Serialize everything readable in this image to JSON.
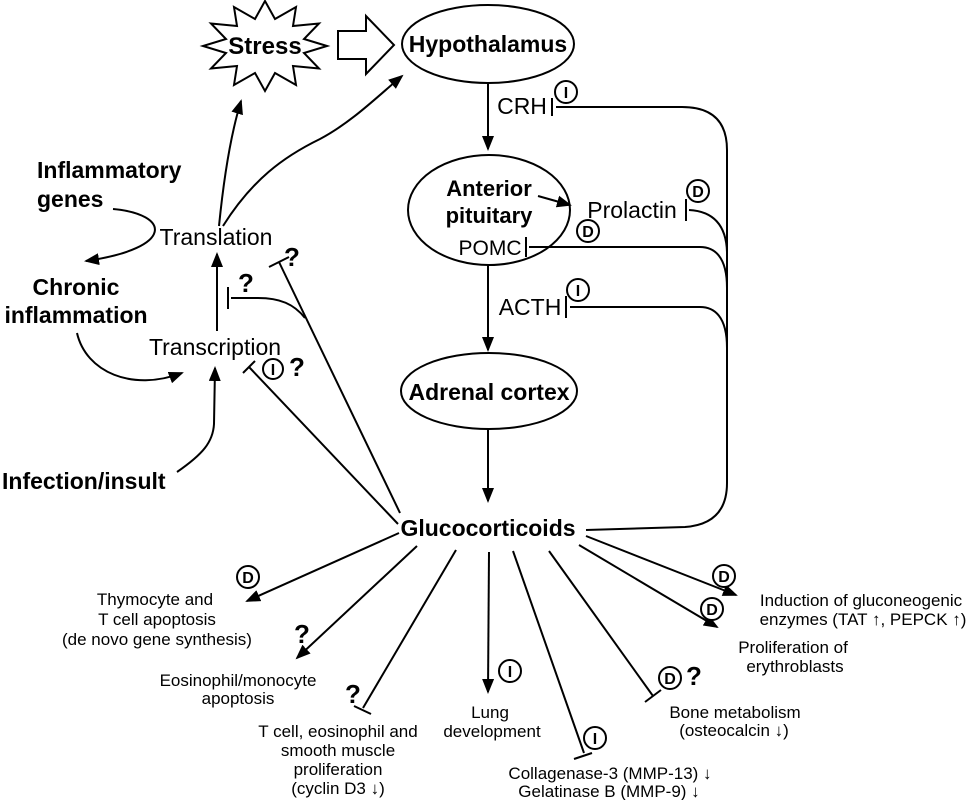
{
  "colors": {
    "background": "#ffffff",
    "ink": "#000000"
  },
  "hpa": {
    "stress": "Stress",
    "hypothalamus": "Hypothalamus",
    "crh": "CRH",
    "anterior_pituitary": [
      "Anterior",
      "pituitary"
    ],
    "pomc": "POMC",
    "prolactin": "Prolactin",
    "acth": "ACTH",
    "adrenal_cortex": "Adrenal cortex",
    "glucocorticoids": "Glucocorticoids"
  },
  "inflammation": {
    "inflammatory_genes": [
      "Inflammatory",
      "genes"
    ],
    "chronic_inflammation": [
      "Chronic",
      "inflammation"
    ],
    "translation": "Translation",
    "transcription": "Transcription",
    "infection_insult": "Infection/insult"
  },
  "badges": {
    "direct": "D",
    "indirect": "I",
    "uncertain": "?"
  },
  "effects": [
    {
      "lines": [
        "Thymocyte and",
        "T cell apoptosis",
        "(de novo gene synthesis)"
      ]
    },
    {
      "lines": [
        "Eosinophil/monocyte",
        "apoptosis"
      ]
    },
    {
      "lines": [
        "T cell, eosinophil and",
        "smooth muscle",
        "proliferation",
        "(cyclin D3 ↓)"
      ]
    },
    {
      "lines": [
        "Lung",
        "development"
      ]
    },
    {
      "lines": [
        "Collagenase-3 (MMP-13) ↓",
        "Gelatinase B (MMP-9) ↓"
      ]
    },
    {
      "lines": [
        "Bone metabolism",
        "(osteocalcin ↓)"
      ]
    },
    {
      "lines": [
        "Proliferation of",
        "erythroblasts"
      ]
    },
    {
      "lines": [
        "Induction of gluconeogenic",
        "enzymes (TAT ↑, PEPCK ↑)"
      ]
    }
  ]
}
